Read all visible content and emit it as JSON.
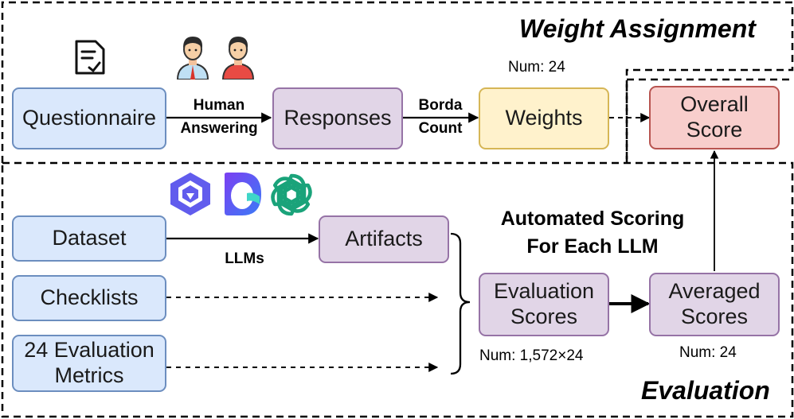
{
  "sections": {
    "weight_assignment_title": "Weight Assignment",
    "evaluation_title": "Evaluation"
  },
  "boxes": {
    "questionnaire": "Questionnaire",
    "responses": "Responses",
    "weights": "Weights",
    "overall_score": "Overall\nScore",
    "dataset": "Dataset",
    "checklists": "Checklists",
    "metrics": "24 Evaluation\nMetrics",
    "artifacts": "Artifacts",
    "evaluation_scores": "Evaluation\nScores",
    "averaged_scores": "Averaged\nScores"
  },
  "edge_labels": {
    "human_answering": "Human\nAnswering",
    "borda_count": "Borda\nCount",
    "llms": "LLMs"
  },
  "annotations": {
    "weights_num": "Num: 24",
    "eval_scores_num": "Num: 1,572×24",
    "averaged_num": "Num: 24",
    "automated_scoring": "Automated Scoring\nFor Each LLM"
  },
  "icons": [
    "document-check-icon",
    "man-icon",
    "man-icon",
    "qwen-logo-icon",
    "kimi-logo-icon",
    "openai-logo-icon"
  ],
  "colors": {
    "blue_fill": "#dae8fc",
    "blue_stroke": "#6c8ebf",
    "purple_fill": "#e1d5e7",
    "purple_stroke": "#9673a6",
    "yellow_fill": "#fff2cc",
    "yellow_stroke": "#d6b656",
    "red_fill": "#f8cecc",
    "red_stroke": "#b85450"
  }
}
